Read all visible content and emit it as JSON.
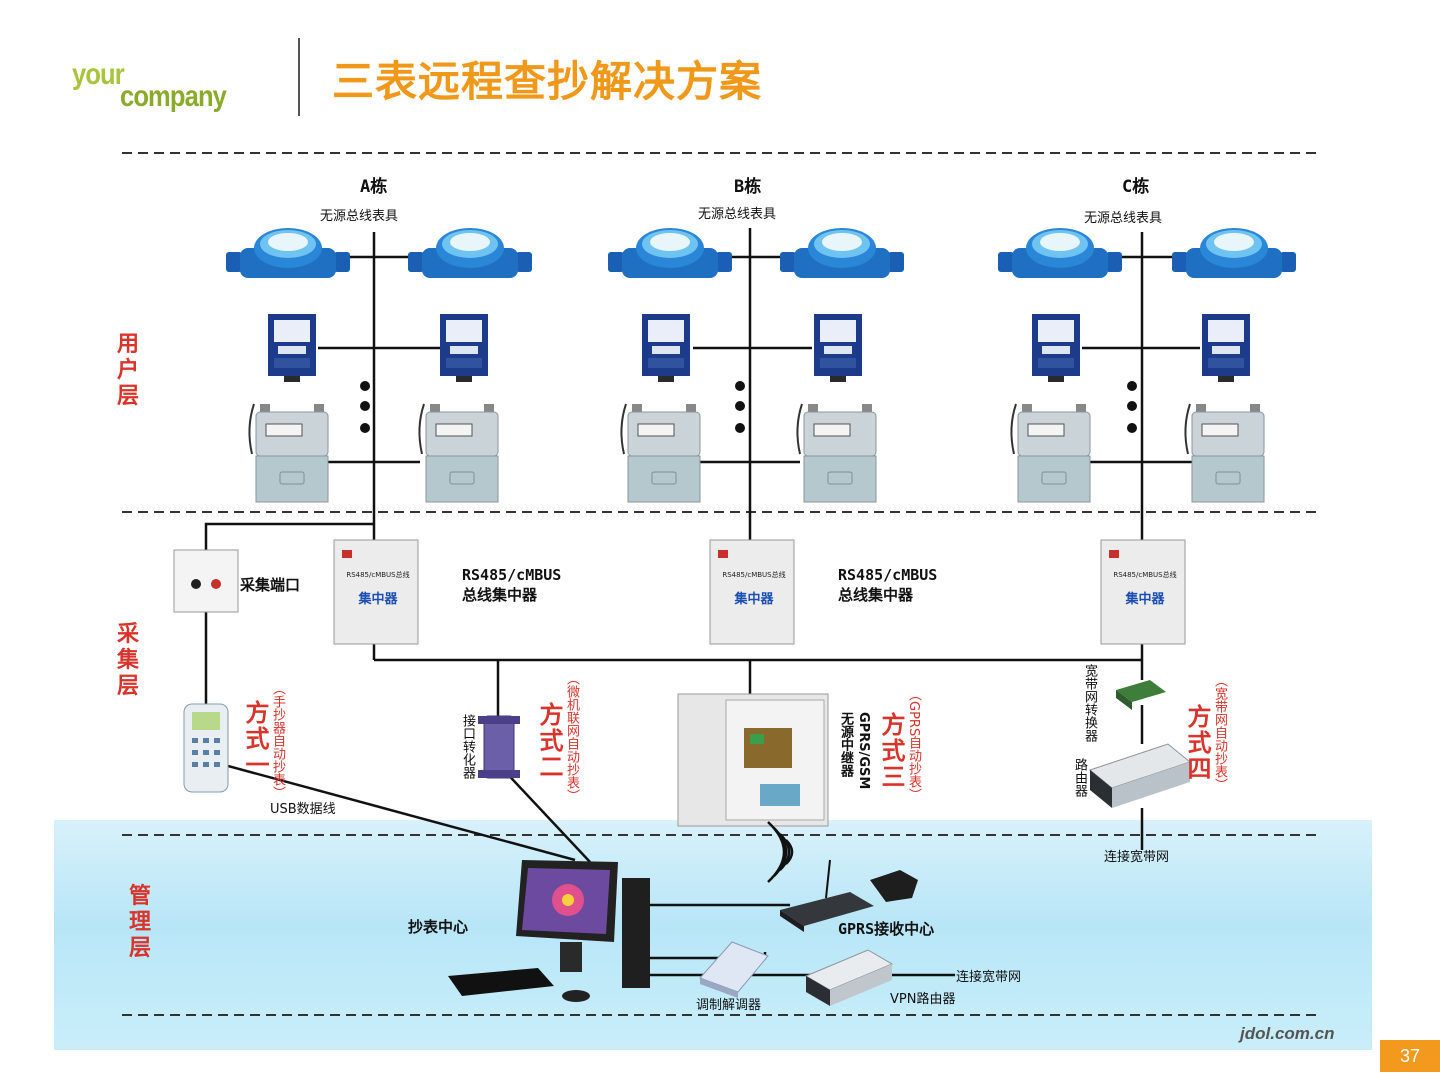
{
  "logo": {
    "line1": "your",
    "line2": "company"
  },
  "title": "三表远程查抄解决方案",
  "layers": {
    "user": "用户层",
    "collect": "采集层",
    "manage": "管理层"
  },
  "buildings": [
    {
      "name": "A栋",
      "subtitle": "无源总线表具"
    },
    {
      "name": "B栋",
      "subtitle": "无源总线表具"
    },
    {
      "name": "C栋",
      "subtitle": "无源总线表具"
    }
  ],
  "concentrator": {
    "top": "RS485/cMBUS总线",
    "main": "集中器"
  },
  "concentrator_labels": [
    {
      "line1": "RS485/cMBUS",
      "line2": "总线集中器"
    },
    {
      "line1": "RS485/cMBUS",
      "line2": "总线集中器"
    }
  ],
  "collect_port": "采集端口",
  "modes": [
    {
      "name": "方式一",
      "desc": "（手抄器自动抄表）"
    },
    {
      "name": "方式二",
      "desc": "（微机联网自动抄表）"
    },
    {
      "name": "方式三",
      "desc": "（GPRS自动抄表）"
    },
    {
      "name": "方式四",
      "desc": "（宽带网自动抄表）"
    }
  ],
  "devices": {
    "converter": "接口转化器",
    "relay_line1": "GPRS/GSM",
    "relay_line2": "无源中继器",
    "broadband_converter": "宽带网转换器",
    "router_vertical": "路由器",
    "usb_cable": "USB数据线",
    "connect_broadband_1": "连接宽带网",
    "reading_center": "抄表中心",
    "gprs_center": "GPRS接收中心",
    "modem": "调制解调器",
    "vpn_router": "VPN路由器",
    "connect_broadband_2": "连接宽带网"
  },
  "colors": {
    "title": "#f0981a",
    "layer_label": "#d9342b",
    "logo": "#a8c43c",
    "accent": "#f39a1e"
  },
  "credit": "jdol.com.cn",
  "page_number": "37"
}
